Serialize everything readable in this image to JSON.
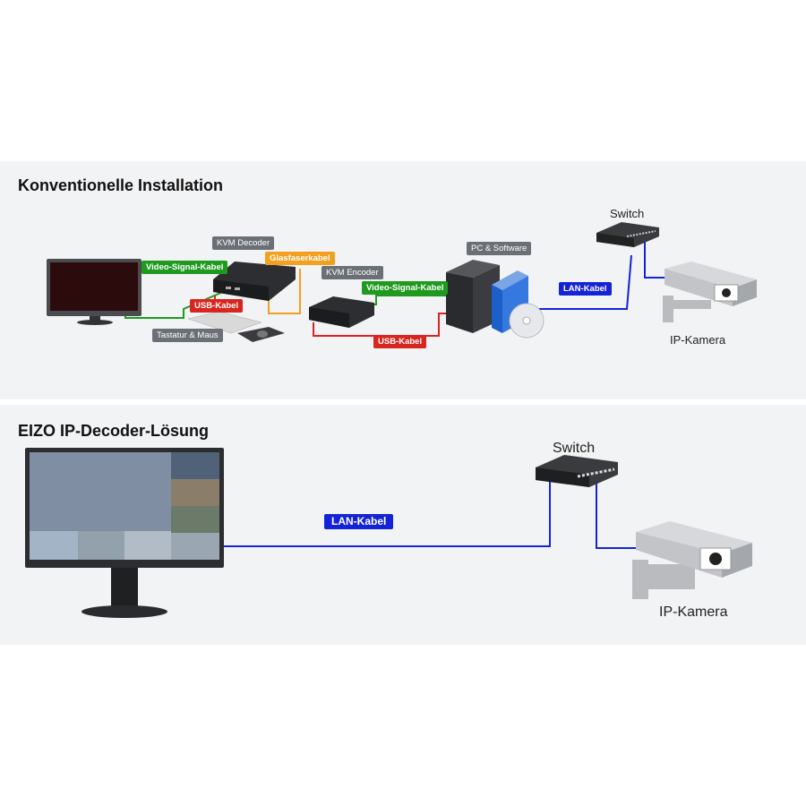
{
  "conventional": {
    "title": "Konventionelle Installation",
    "devices": {
      "kvm_decoder": "KVM Decoder",
      "kvm_encoder": "KVM Encoder",
      "pc_software": "PC & Software",
      "keyboard_mouse": "Tastatur & Maus",
      "switch": "Switch",
      "ip_camera": "IP-Kamera"
    },
    "cables": {
      "video_signal_left": "Video-Signal-Kabel",
      "video_signal_right": "Video-Signal-Kabel",
      "fiber": "Glasfaserkabel",
      "usb_left": "USB-Kabel",
      "usb_right": "USB-Kabel",
      "lan": "LAN-Kabel"
    }
  },
  "eizo": {
    "title": "EIZO IP-Decoder-Lösung",
    "cables": {
      "lan": "LAN-Kabel"
    },
    "devices": {
      "switch": "Switch",
      "ip_camera": "IP-Kamera"
    }
  },
  "colors": {
    "video_cable": "#1f9a1f",
    "usb_cable": "#d7261f",
    "fiber_cable": "#f2a020",
    "lan_cable": "#1523d6",
    "device_label": "#6b7077"
  },
  "icons": [
    "monitor-icon",
    "kvm-decoder-icon",
    "kvm-encoder-icon",
    "keyboard-icon",
    "mouse-icon",
    "pc-tower-icon",
    "software-box-icon",
    "cd-icon",
    "switch-icon",
    "ip-camera-icon"
  ]
}
